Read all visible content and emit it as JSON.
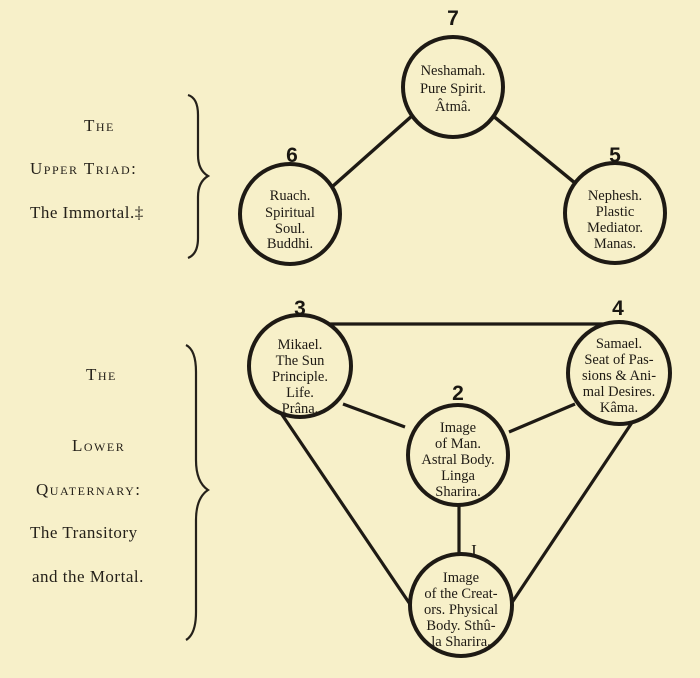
{
  "upper_triad": {
    "title": "The",
    "title2": "Upper Triad:",
    "subtitle": "The Immortal.‡"
  },
  "lower_quaternary": {
    "title": "The",
    "title2": "Lower",
    "title3": "Quaternary:",
    "subtitle": "The Transitory",
    "subtitle2": "and the Mortal."
  },
  "nodes": [
    {
      "id": "7",
      "number": "7",
      "lines": [
        "Neshamah.",
        "Pure Spirit.",
        "Âtmâ."
      ]
    },
    {
      "id": "6",
      "number": "6",
      "lines": [
        "Ruach.",
        "Spiritual",
        "Soul.",
        "Buddhi."
      ]
    },
    {
      "id": "5",
      "number": "5",
      "lines": [
        "Nephesh.",
        "Plastic",
        "Mediator.",
        "Manas."
      ]
    },
    {
      "id": "3",
      "number": "3",
      "lines": [
        "Mikael.",
        "The Sun",
        "Principle.",
        "Life.",
        "Prâna."
      ]
    },
    {
      "id": "4",
      "number": "4",
      "lines": [
        "Samael.",
        "Seat of Pas-",
        "sions & Ani-",
        "mal Desires.",
        "Kâma."
      ]
    },
    {
      "id": "2",
      "number": "2",
      "lines": [
        "Image",
        "of Man.",
        "Astral Body.",
        "Linga",
        "Sharira."
      ]
    },
    {
      "id": "1",
      "number": "I",
      "lines": [
        "Image",
        "of the Creat-",
        "ors. Physical",
        "Body. Sthû-",
        "la Sharira."
      ]
    }
  ]
}
